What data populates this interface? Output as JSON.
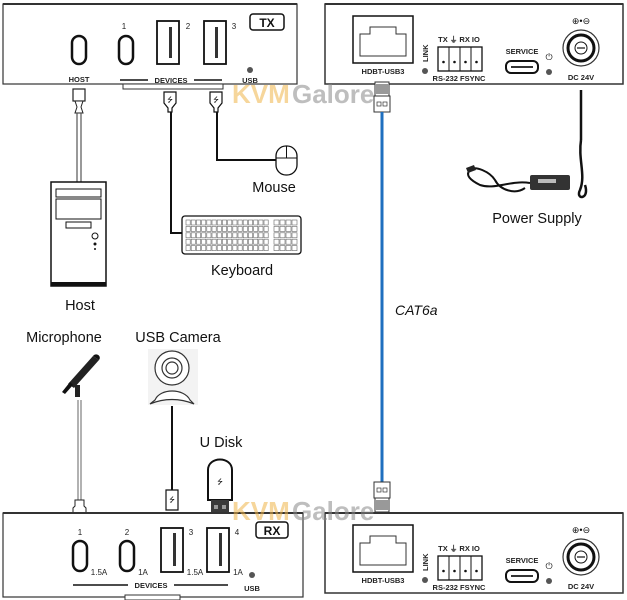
{
  "title": "HDBT USB3 Extender Connection Diagram",
  "watermark": {
    "part1": "KVM",
    "part2": "Galore",
    "colors": {
      "part1": "#f0b54a",
      "part2": "#8a8a8a"
    }
  },
  "tx_unit": {
    "badge": "TX",
    "host_label": "HOST",
    "devices_label": "DEVICES",
    "usb_label": "USB",
    "port_numbers": [
      "1",
      "2",
      "3"
    ]
  },
  "rx_unit": {
    "badge": "RX",
    "devices_label": "DEVICES",
    "usb_label": "USB",
    "port_numbers": [
      "1",
      "2",
      "3",
      "4"
    ],
    "port_currents": [
      "1.5A",
      "1A",
      "1.5A",
      "1A"
    ]
  },
  "remote_panel_top": {
    "hdbt_label": "HDBT-USB3",
    "link_label": "LINK",
    "terminal_top": "TX ⏚ RX IO",
    "terminal_bottom": "RS-232  FSYNC",
    "service_label": "SERVICE",
    "dc_label": "DC 24V",
    "polarity": "⊕•⊖"
  },
  "remote_panel_bottom": {
    "hdbt_label": "HDBT-USB3",
    "link_label": "LINK",
    "terminal_top": "TX ⏚ RX IO",
    "terminal_bottom": "RS-232  FSYNC",
    "service_label": "SERVICE",
    "dc_label": "DC 24V",
    "polarity": "⊕•⊖"
  },
  "devices": {
    "mouse": "Mouse",
    "keyboard": "Keyboard",
    "host": "Host",
    "power_supply": "Power Supply",
    "microphone": "Microphone",
    "usb_camera": "USB Camera",
    "u_disk": "U Disk"
  },
  "cable": {
    "label": "CAT6a",
    "color": "#1f6fbf"
  }
}
